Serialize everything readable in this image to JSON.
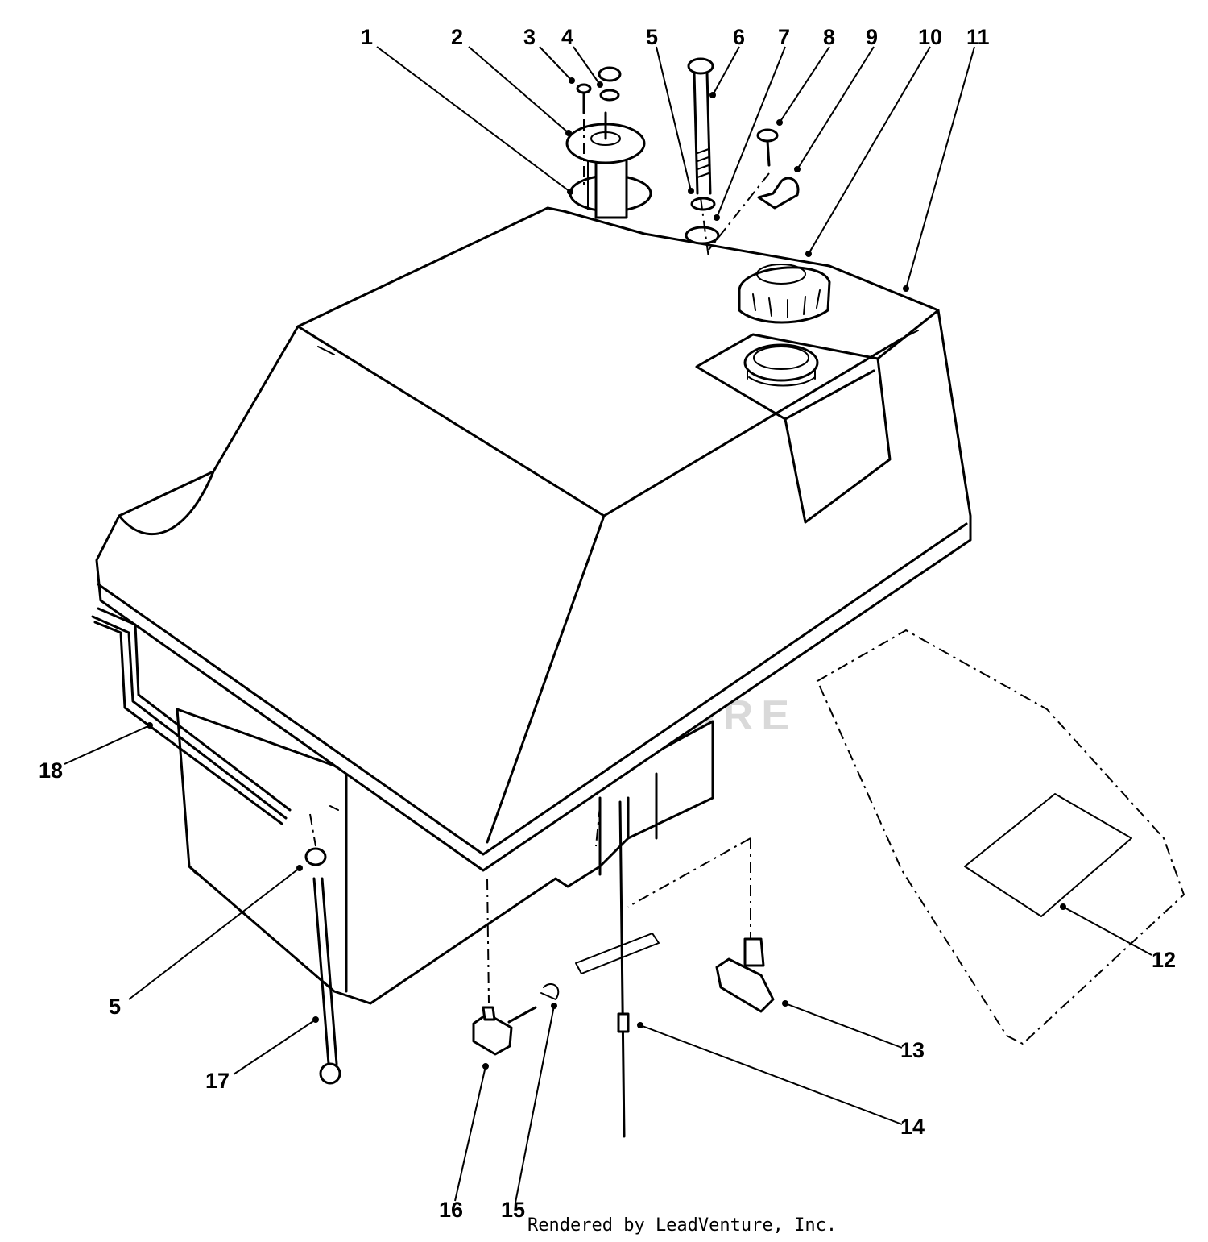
{
  "watermark": {
    "text": "LEADVENTURE"
  },
  "credit": {
    "text": "Rendered by LeadVenture, Inc."
  },
  "callouts": [
    {
      "id": "c1",
      "label": "1"
    },
    {
      "id": "c2",
      "label": "2"
    },
    {
      "id": "c3",
      "label": "3"
    },
    {
      "id": "c4",
      "label": "4"
    },
    {
      "id": "c5",
      "label": "5"
    },
    {
      "id": "c6",
      "label": "6"
    },
    {
      "id": "c7",
      "label": "7"
    },
    {
      "id": "c8",
      "label": "8"
    },
    {
      "id": "c9",
      "label": "9"
    },
    {
      "id": "c10",
      "label": "10"
    },
    {
      "id": "c11",
      "label": "11"
    },
    {
      "id": "c12",
      "label": "12"
    },
    {
      "id": "c13",
      "label": "13"
    },
    {
      "id": "c14",
      "label": "14"
    },
    {
      "id": "c15",
      "label": "15"
    },
    {
      "id": "c16",
      "label": "16"
    },
    {
      "id": "c17",
      "label": "17"
    },
    {
      "id": "c18",
      "label": "18"
    },
    {
      "id": "c5b",
      "label": "5"
    }
  ]
}
